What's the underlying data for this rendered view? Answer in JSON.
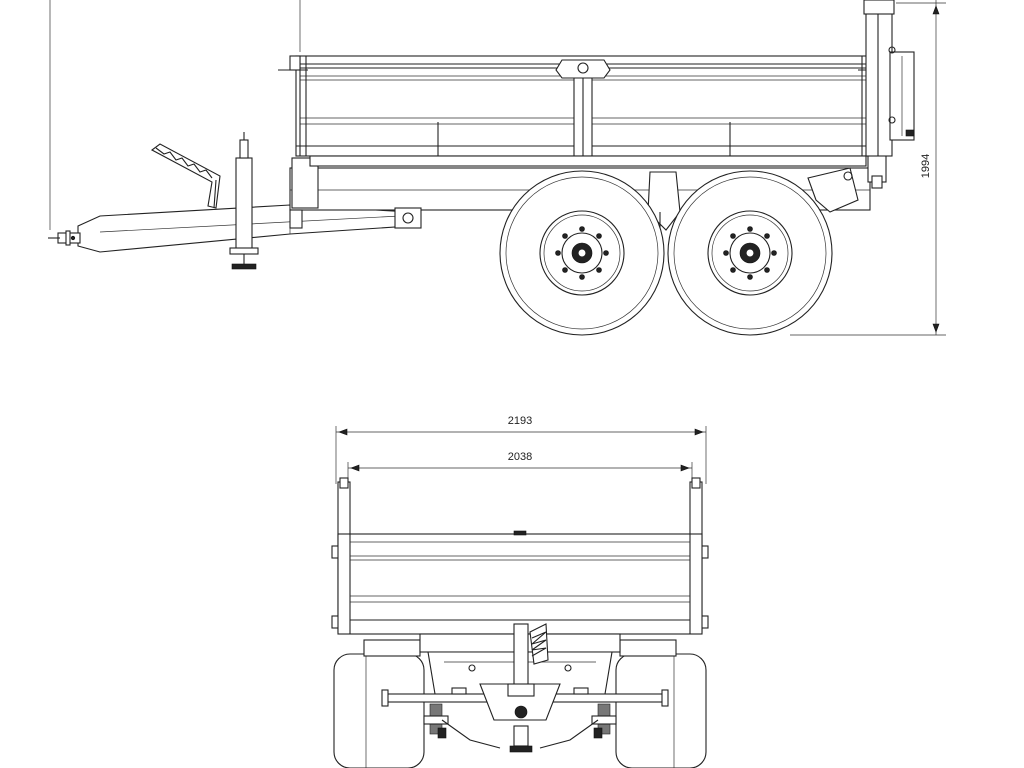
{
  "dimensions": {
    "side_height": "1994",
    "rear_overall_width": "2193",
    "rear_body_width": "2038"
  }
}
